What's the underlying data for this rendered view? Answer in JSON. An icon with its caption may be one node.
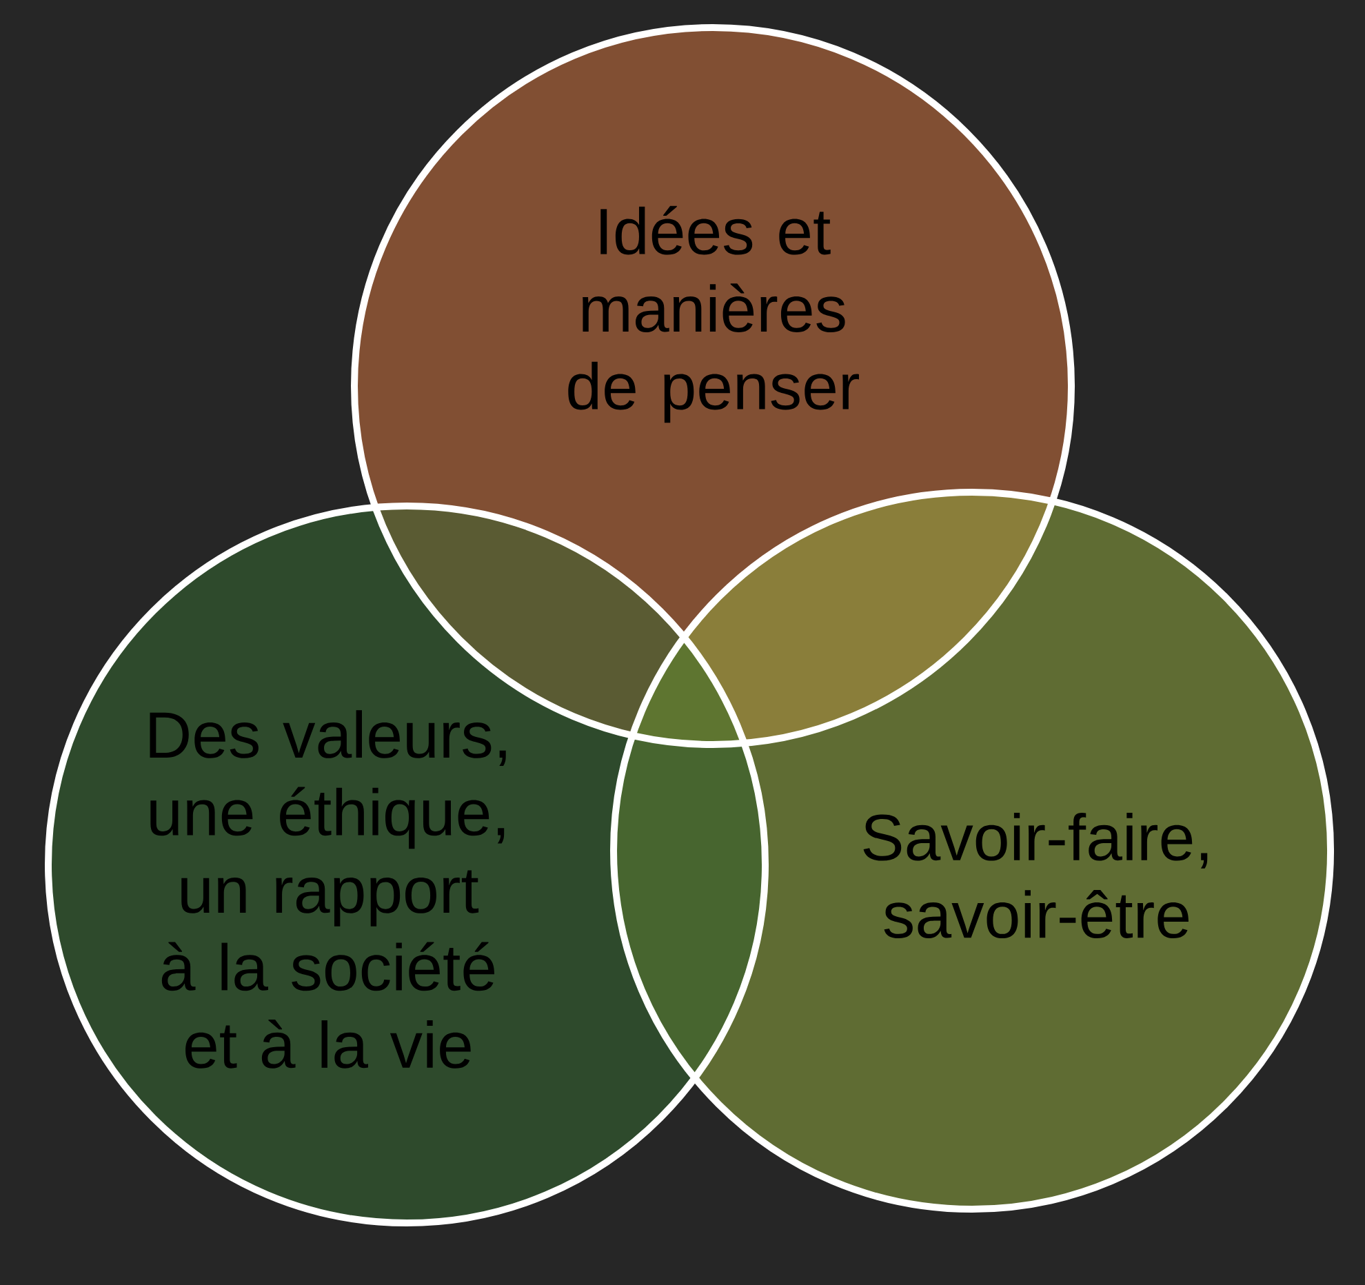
{
  "diagram": {
    "nodes": [
      {
        "text": [
          "Idées et manières de penser"
        ]
      },
      {
        "text": [
          "Des valeurs, une éthique, un rapport à la société et à la vie"
        ]
      },
      {
        "text": [
          "Savoir-faire, savoir-être"
        ]
      }
    ]
  }
}
